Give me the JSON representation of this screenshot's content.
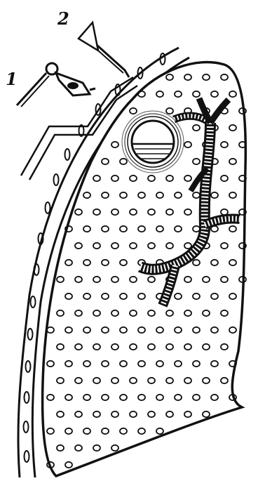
{
  "figure": {
    "callouts": [
      {
        "id": "1",
        "text": "1"
      },
      {
        "id": "2",
        "text": "2"
      }
    ],
    "ink_color": "#111111",
    "paper_color": "#ffffff"
  }
}
